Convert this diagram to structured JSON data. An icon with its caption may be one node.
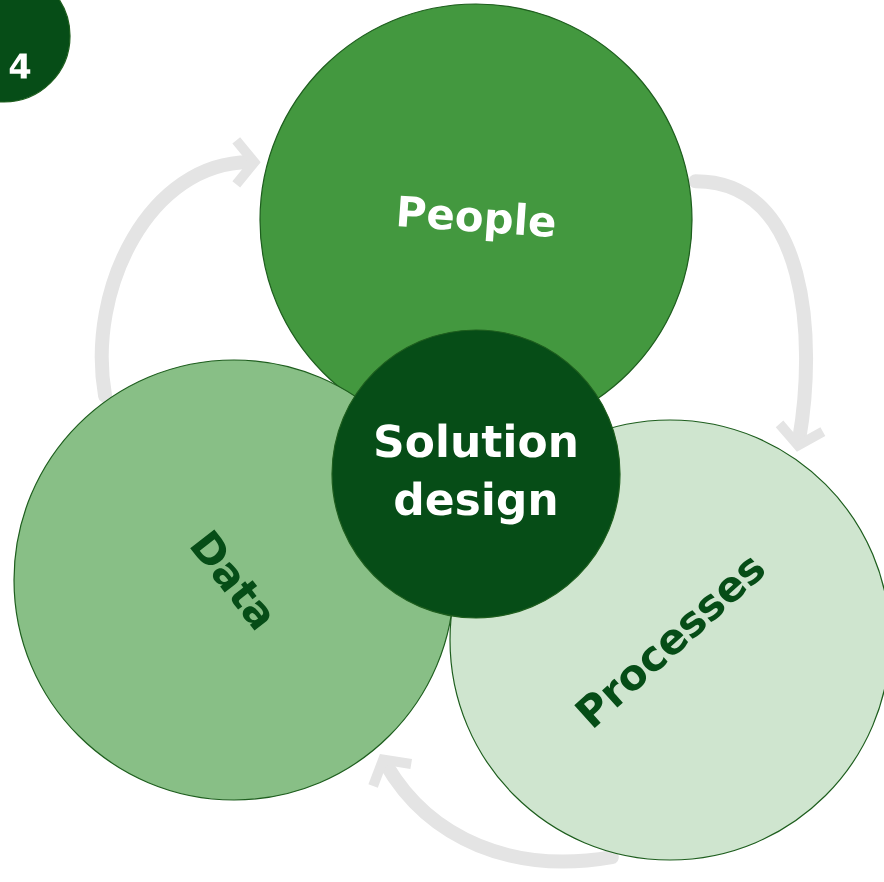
{
  "diagram": {
    "nodes": [
      {
        "text": [
          "4"
        ]
      },
      {
        "text": [
          "People"
        ]
      },
      {
        "text": [
          "Solution design"
        ]
      },
      {
        "text": [
          "Data"
        ]
      },
      {
        "text": [
          "Processes"
        ]
      }
    ],
    "edges": [
      {
        "from": 3,
        "to": 1,
        "arrow": "to"
      },
      {
        "from": 1,
        "to": 4,
        "arrow": "to"
      },
      {
        "from": 4,
        "to": 3,
        "arrow": "to"
      }
    ]
  }
}
